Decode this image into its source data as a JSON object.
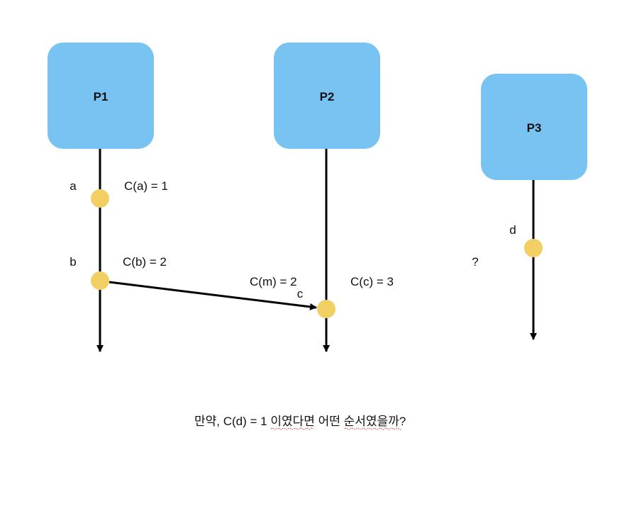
{
  "colors": {
    "process_fill": "#78C3F2",
    "event_fill": "#F2CF62",
    "line": "#000000",
    "spellcheck_underline": "#E02020"
  },
  "processes": [
    {
      "label": "P1"
    },
    {
      "label": "P2"
    },
    {
      "label": "P3"
    }
  ],
  "events": {
    "a": "a",
    "b": "b",
    "c": "c",
    "d": "d"
  },
  "clocks": {
    "ca": "C(a) = 1",
    "cb": "C(b) = 2",
    "cm": "C(m) = 2",
    "cc": "C(c) = 3"
  },
  "unknown_mark": "?",
  "caption": {
    "prefix": "만약, C(d) = 1 ",
    "underlined": "이였다면",
    "middle": " 어떤 ",
    "underlined2": "순서였을까",
    "suffix": "?"
  }
}
